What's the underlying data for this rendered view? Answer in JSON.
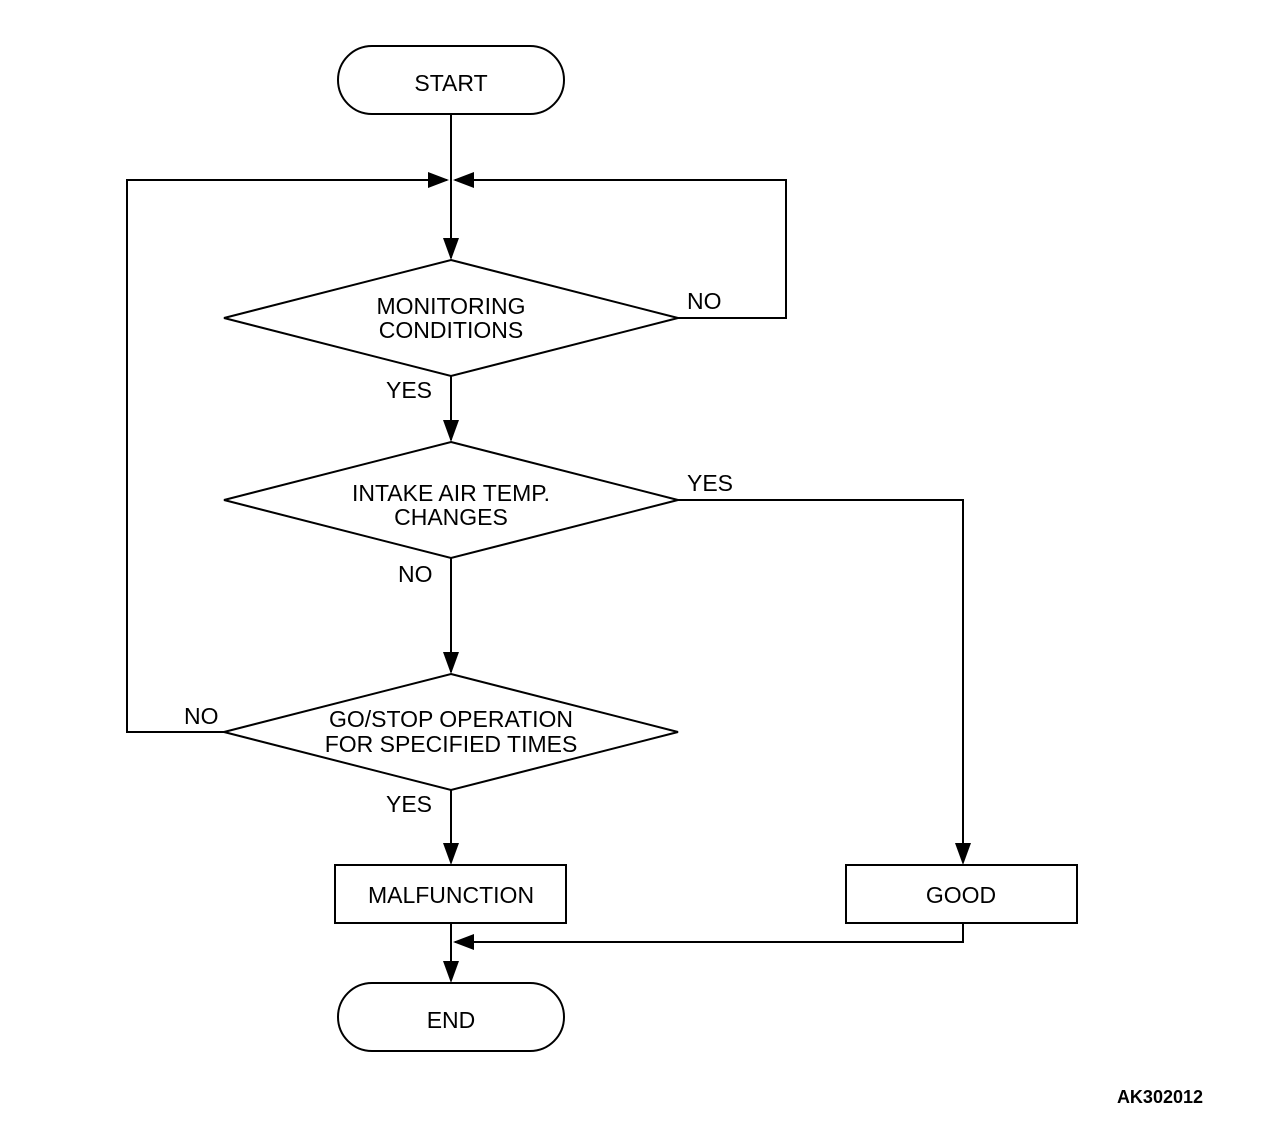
{
  "nodes": {
    "start": "START",
    "monitoring": [
      "MONITORING",
      "CONDITIONS"
    ],
    "intake": [
      "INTAKE AIR TEMP.",
      "CHANGES"
    ],
    "gostop": [
      "GO/STOP OPERATION",
      "FOR SPECIFIED TIMES"
    ],
    "malfunction": "MALFUNCTION",
    "good": "GOOD",
    "end": "END"
  },
  "edge_labels": {
    "monitoring_no": "NO",
    "monitoring_yes": "YES",
    "intake_yes": "YES",
    "intake_no": "NO",
    "gostop_no": "NO",
    "gostop_yes": "YES"
  },
  "reference_code": "AK302012"
}
